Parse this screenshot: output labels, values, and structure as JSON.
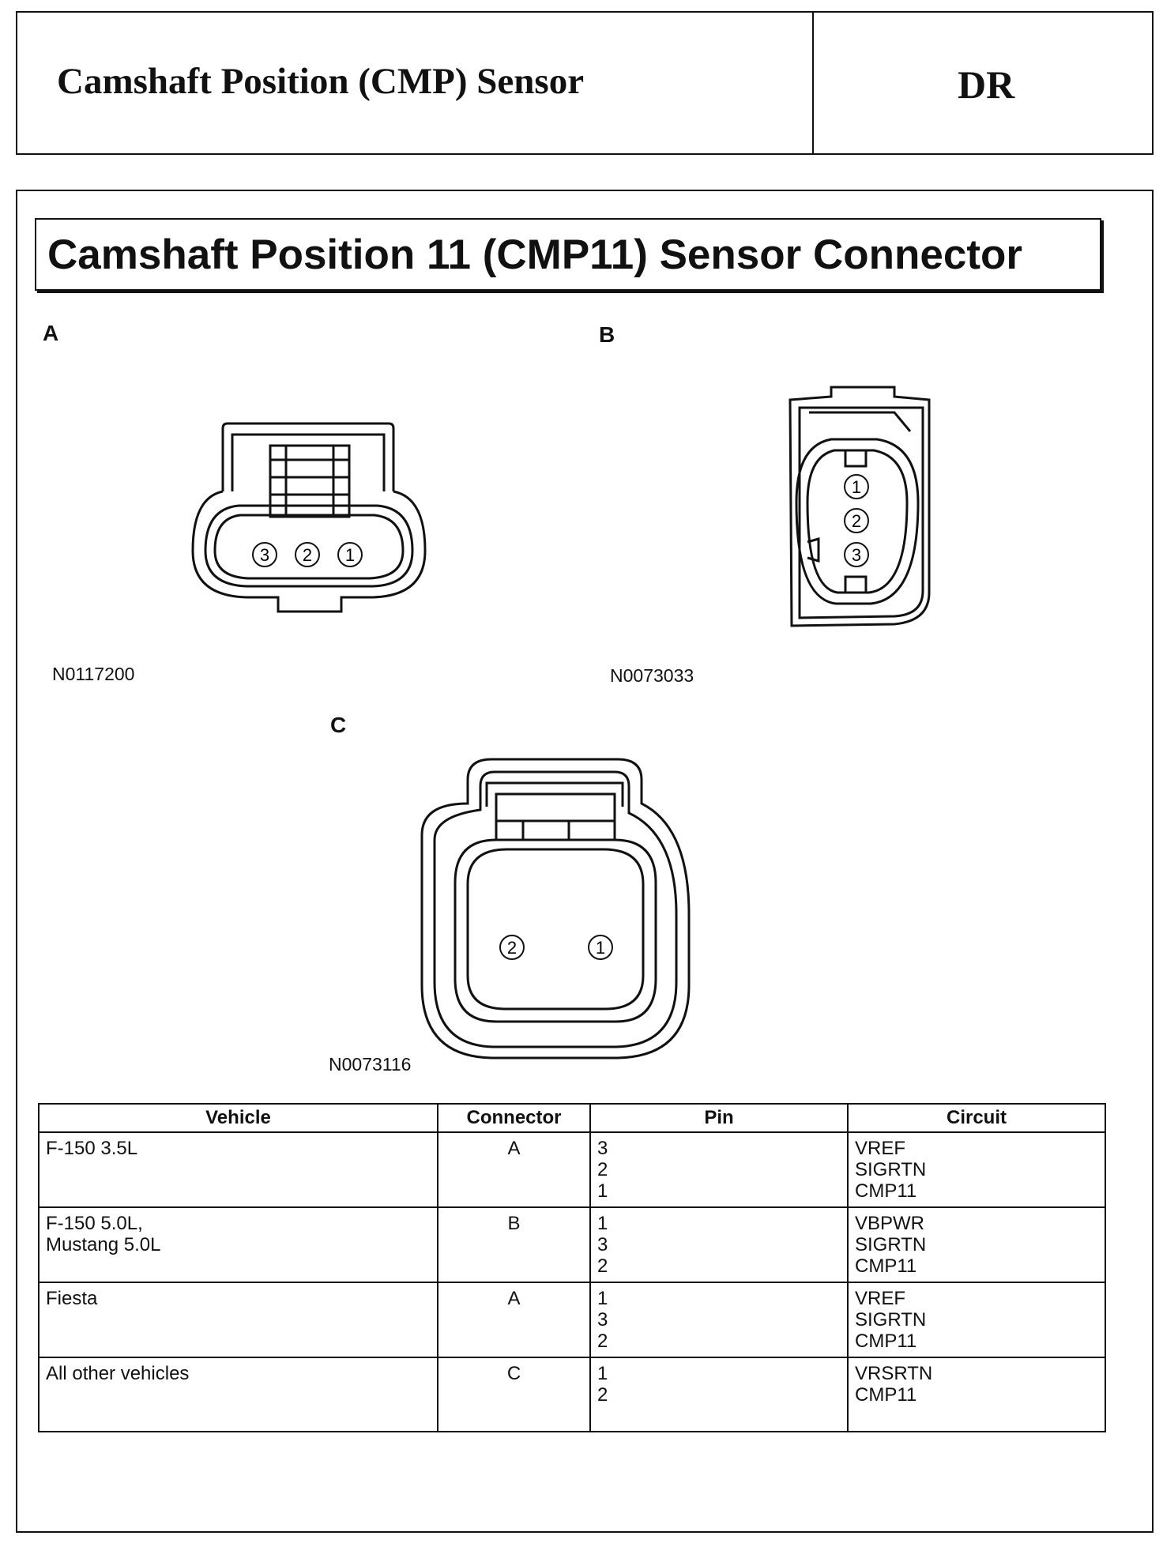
{
  "header": {
    "title": "Camshaft Position (CMP) Sensor",
    "code": "DR"
  },
  "section": {
    "title": "Camshaft Position 11 (CMP11) Sensor Connector"
  },
  "connectors": [
    {
      "label": "A",
      "figure_id": "N0117200",
      "pins": [
        "3",
        "2",
        "1"
      ]
    },
    {
      "label": "B",
      "figure_id": "N0073033",
      "pins": [
        "1",
        "2",
        "3"
      ]
    },
    {
      "label": "C",
      "figure_id": "N0073116",
      "pins": [
        "2",
        "1"
      ]
    }
  ],
  "table": {
    "headers": [
      "Vehicle",
      "Connector",
      "Pin",
      "Circuit"
    ],
    "rows": [
      {
        "vehicle": [
          "F-150 3.5L"
        ],
        "connector": "A",
        "pins": [
          "3",
          "2",
          "1"
        ],
        "circuits": [
          "VREF",
          "SIGRTN",
          "CMP11"
        ]
      },
      {
        "vehicle": [
          "F-150 5.0L,",
          "Mustang 5.0L"
        ],
        "connector": "B",
        "pins": [
          "1",
          "3",
          "2"
        ],
        "circuits": [
          "VBPWR",
          "SIGRTN",
          "CMP11"
        ]
      },
      {
        "vehicle": [
          "Fiesta"
        ],
        "connector": "A",
        "pins": [
          "1",
          "3",
          "2"
        ],
        "circuits": [
          "VREF",
          "SIGRTN",
          "CMP11"
        ]
      },
      {
        "vehicle": [
          "All other vehicles"
        ],
        "connector": "C",
        "pins": [
          "1",
          "2"
        ],
        "circuits": [
          "VRSRTN",
          "CMP11"
        ]
      }
    ]
  }
}
